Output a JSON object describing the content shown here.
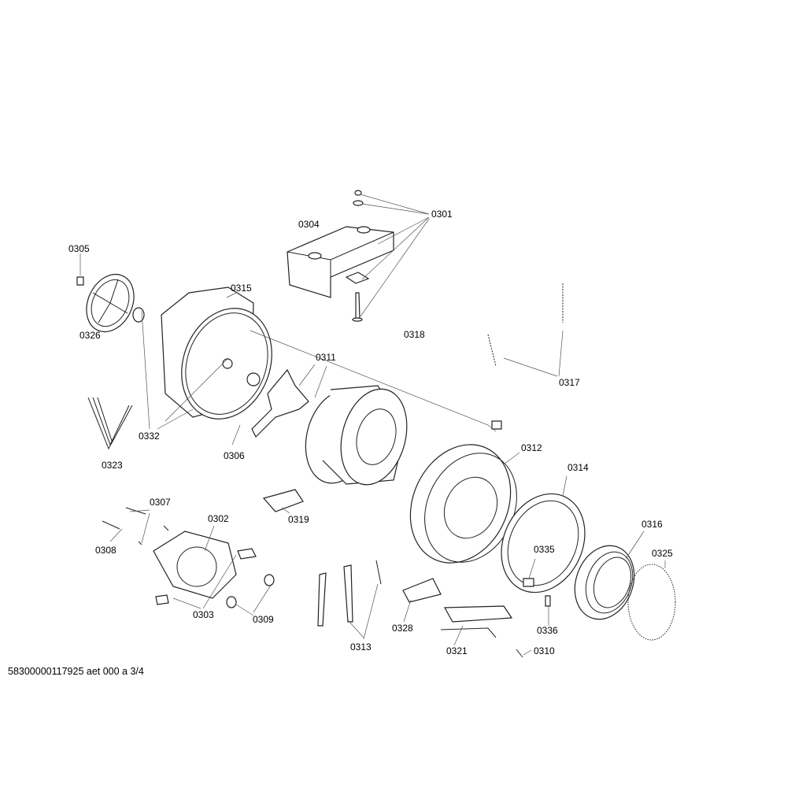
{
  "diagram": {
    "labels": {
      "p0301": "0301",
      "p0302": "0302",
      "p0303": "0303",
      "p0304": "0304",
      "p0305": "0305",
      "p0306": "0306",
      "p0307": "0307",
      "p0308": "0308",
      "p0309": "0309",
      "p0310": "0310",
      "p0311": "0311",
      "p0312": "0312",
      "p0313": "0313",
      "p0314": "0314",
      "p0315": "0315",
      "p0316": "0316",
      "p0317": "0317",
      "p0318": "0318",
      "p0319": "0319",
      "p0321": "0321",
      "p0323": "0323",
      "p0325": "0325",
      "p0326": "0326",
      "p0328": "0328",
      "p0332": "0332",
      "p0335": "0335",
      "p0336": "0336"
    },
    "footer": "58300000117925 aet 000 a 3/4"
  }
}
